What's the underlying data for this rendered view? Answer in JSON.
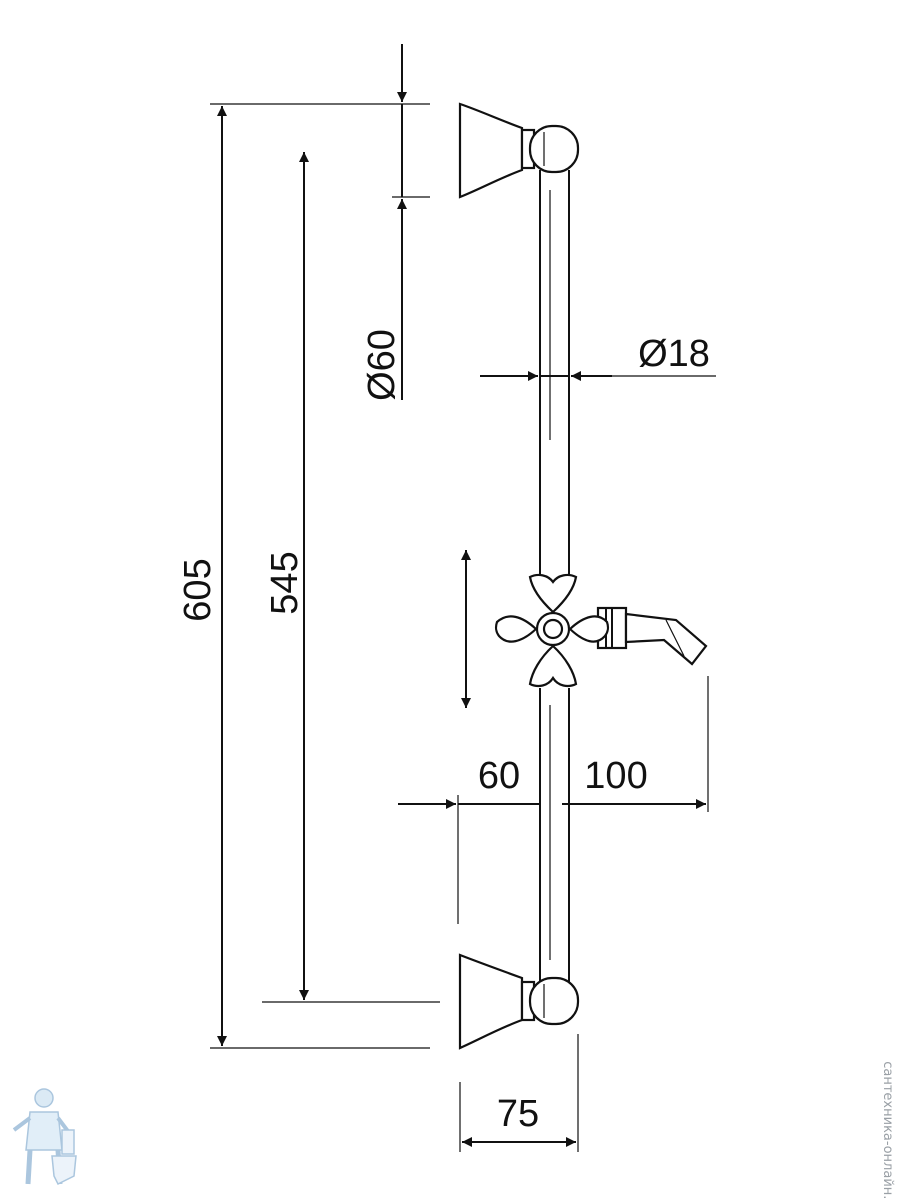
{
  "dimensions": {
    "overall_height": "605",
    "mount_spacing": "545",
    "bracket_diameter": "Ø60",
    "rail_diameter": "Ø18",
    "slider_offset": "60",
    "holder_reach": "100",
    "wall_projection": "75"
  },
  "watermark": {
    "text": "сантехника-онлайн.рф",
    "logo_icon": "plumber-with-toilet-icon"
  }
}
